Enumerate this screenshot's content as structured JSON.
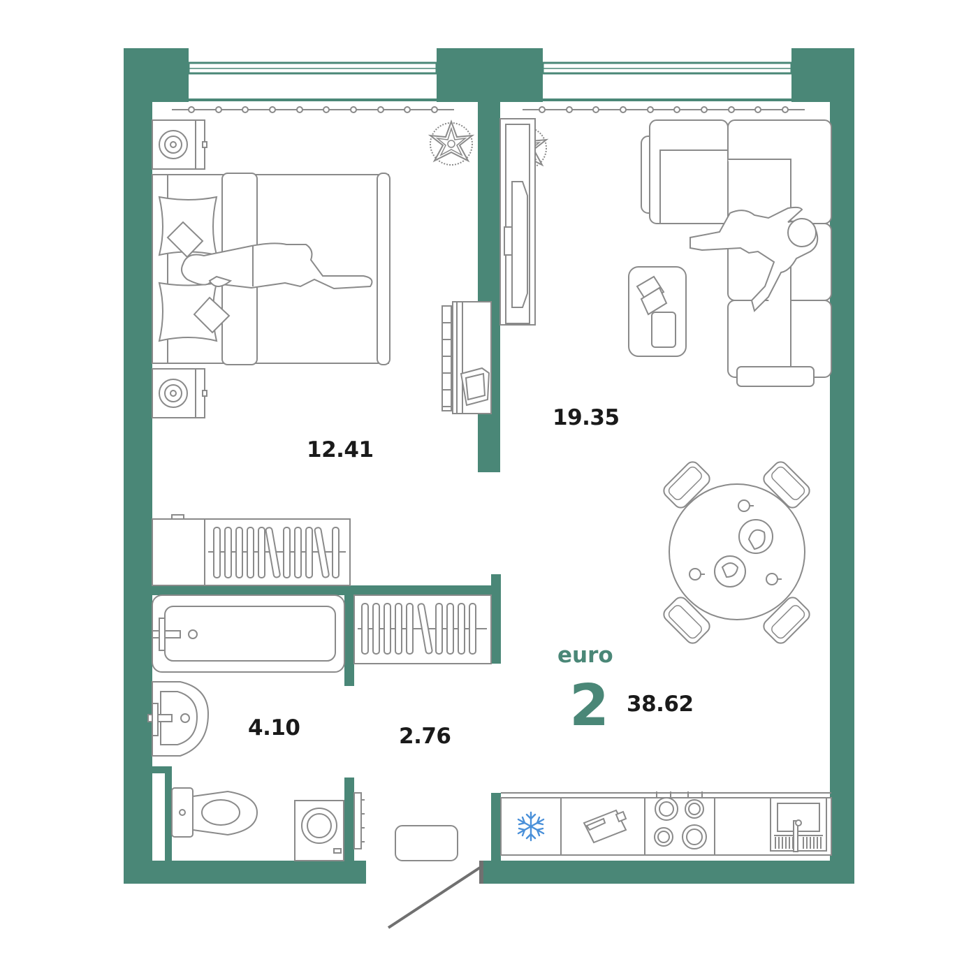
{
  "colors": {
    "wall": "#4a8777",
    "line": "#8a8a8a",
    "accent": "#4a8777",
    "snowflake": "#4a90d9",
    "text": "#1a1a1a"
  },
  "plan": {
    "badge": {
      "class_label": "euro",
      "room_count": "2",
      "total_area": "38.62"
    },
    "rooms": [
      {
        "name": "bedroom",
        "area": "12.41"
      },
      {
        "name": "living-kitchen",
        "area": "19.35"
      },
      {
        "name": "bathroom",
        "area": "4.10"
      },
      {
        "name": "hallway",
        "area": "2.76"
      }
    ]
  }
}
